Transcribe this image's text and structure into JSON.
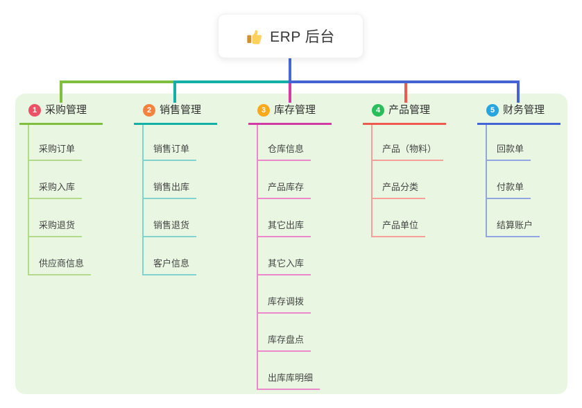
{
  "root": {
    "label": "ERP 后台",
    "icon": "thumbs-up-icon",
    "line_color": "#4a67d6"
  },
  "panel": {
    "background": "#e9f6e1"
  },
  "branches": [
    {
      "num": "1",
      "label": "采购管理",
      "badge_color": "#ee5066",
      "line_color": "#7fbf3f",
      "child_line_color": "#b2d98c",
      "children": [
        "采购订单",
        "采购入库",
        "采购退货",
        "供应商信息"
      ]
    },
    {
      "num": "2",
      "label": "销售管理",
      "badge_color": "#f7823e",
      "line_color": "#14b0a6",
      "child_line_color": "#82d3cd",
      "children": [
        "销售订单",
        "销售出库",
        "销售退货",
        "客户信息"
      ]
    },
    {
      "num": "3",
      "label": "库存管理",
      "badge_color": "#f9a91a",
      "line_color": "#d23ba4",
      "child_line_color": "#ec87cb",
      "children": [
        "仓库信息",
        "产品库存",
        "其它出库",
        "其它入库",
        "库存调拨",
        "库存盘点",
        "出库库明细"
      ]
    },
    {
      "num": "4",
      "label": "产品管理",
      "badge_color": "#2abd5b",
      "line_color": "#ef5950",
      "child_line_color": "#f7a09a",
      "children": [
        "产品（物料）",
        "产品分类",
        "产品单位"
      ]
    },
    {
      "num": "5",
      "label": "财务管理",
      "badge_color": "#29a4df",
      "line_color": "#4463d4",
      "child_line_color": "#92a4e2",
      "children": [
        "回款单",
        "付款单",
        "结算账户"
      ]
    }
  ]
}
